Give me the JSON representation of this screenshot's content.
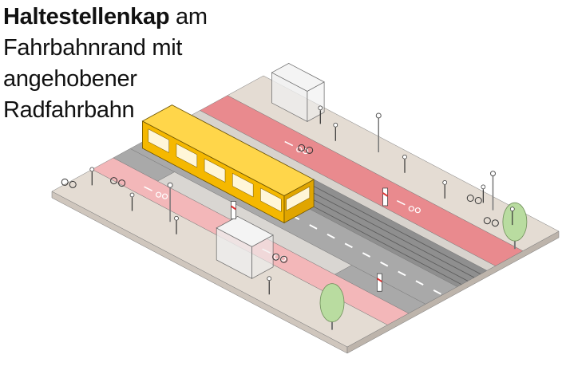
{
  "title": {
    "bold": "Haltestellenkap",
    "line1_rest": " am",
    "line2": "Fahrbahnrand mit",
    "line3": "angehobener",
    "line4": "Radfahrbahn"
  },
  "colors": {
    "sidewalk": "#e4dcd3",
    "bike_lane_upper": "#e98a8e",
    "bike_lane_lower": "#f3b7b9",
    "road": "#a9a9a9",
    "road_dark": "#8f8f8f",
    "platform": "#d9d6d2",
    "tram": "#f5b800",
    "tree": "#b9dca0"
  }
}
